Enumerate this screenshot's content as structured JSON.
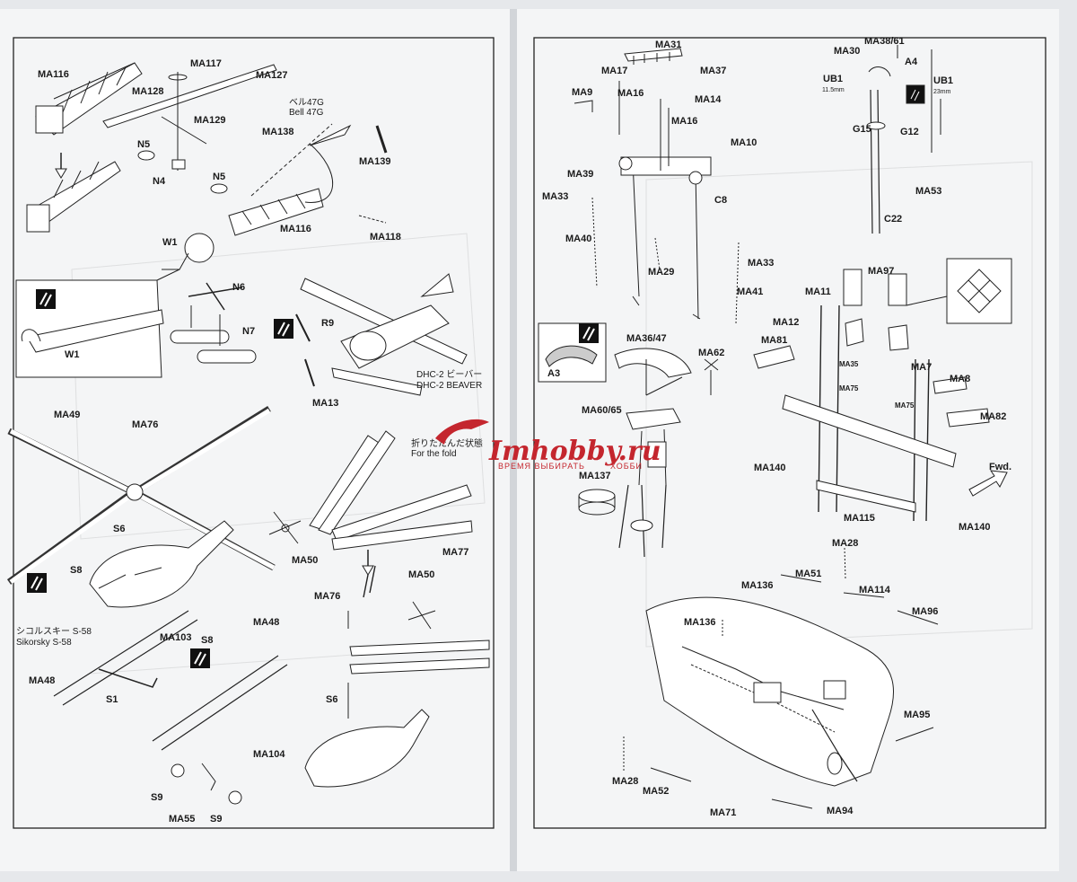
{
  "watermark": {
    "text": "Imhobby.ru",
    "tagline_left": "ВРЕМЯ ВЫБИРАТЬ",
    "tagline_right": "ХОББИ"
  },
  "left_panel": {
    "parts": {
      "ma116_top": "MA116",
      "ma117": "MA117",
      "ma127": "MA127",
      "ma128": "MA128",
      "ma129": "MA129",
      "ma138": "MA138",
      "ma139": "MA139",
      "n5a": "N5",
      "n4": "N4",
      "n5b": "N5",
      "ma116_mid": "MA116",
      "ma118": "MA118",
      "w1": "W1",
      "n6": "N6",
      "n7": "N7",
      "w1_inset": "W1",
      "r9": "R9",
      "ma13": "MA13",
      "ma49": "MA49",
      "ma76_a": "MA76",
      "s6_a": "S6",
      "s8_a": "S8",
      "ma50_a": "MA50",
      "ma77": "MA77",
      "ma50_b": "MA50",
      "ma76_b": "MA76",
      "s6_b": "S6",
      "ma103": "MA103",
      "s8_b": "S8",
      "ma48_a": "MA48",
      "ma48_b": "MA48",
      "s1": "S1",
      "ma104": "MA104",
      "s9_a": "S9",
      "ma55": "MA55",
      "s9_b": "S9"
    },
    "notes": {
      "bell_jp": "ベル47G",
      "bell_en": "Bell 47G",
      "beaver_jp": "DHC-2 ビーバー",
      "beaver_en": "DHC-2 BEAVER",
      "fold_jp": "折りたたんだ状態",
      "fold_en": "For the fold",
      "sikorsky_jp": "シコルスキー S-58",
      "sikorsky_en": "Sikorsky S-58"
    }
  },
  "right_panel": {
    "parts": {
      "ma31": "MA31",
      "ma17": "MA17",
      "ma37": "MA37",
      "ma9": "MA9",
      "ma16_a": "MA16",
      "ma14": "MA14",
      "ma16_b": "MA16",
      "ma10": "MA10",
      "ma39": "MA39",
      "ma33_a": "MA33",
      "c8": "C8",
      "ma40": "MA40",
      "ma29": "MA29",
      "ma33_b": "MA33",
      "ma41": "MA41",
      "ma30": "MA30",
      "ma38_61": "MA38/61",
      "a4": "A4",
      "ub1_a": "UB1",
      "ub1_b": "UB1",
      "g15": "G15",
      "g12": "G12",
      "ma53": "MA53",
      "c22": "C22",
      "ma97": "MA97",
      "ma11": "MA11",
      "ma12": "MA12",
      "ma81": "MA81",
      "ma35": "MA35",
      "ma7": "MA7",
      "ma8": "MA8",
      "ma75_a": "MA75",
      "ma75_b": "MA75",
      "ma82": "MA82",
      "ma140_a": "MA140",
      "ma115": "MA115",
      "ma140_b": "MA140",
      "ma36_47": "MA36/47",
      "a3": "A3",
      "ma62": "MA62",
      "ma60_65": "MA60/65",
      "ma137": "MA137",
      "ma28_a": "MA28",
      "ma51": "MA51",
      "ma136_a": "MA136",
      "ma114": "MA114",
      "ma96": "MA96",
      "ma136_b": "MA136",
      "ma95": "MA95",
      "ma28_b": "MA28",
      "ma52": "MA52",
      "ma71": "MA71",
      "ma94": "MA94"
    },
    "notes": {
      "ub1_a_len": "11.5mm",
      "ub1_b_len": "23mm",
      "fwd": "Fwd."
    }
  }
}
